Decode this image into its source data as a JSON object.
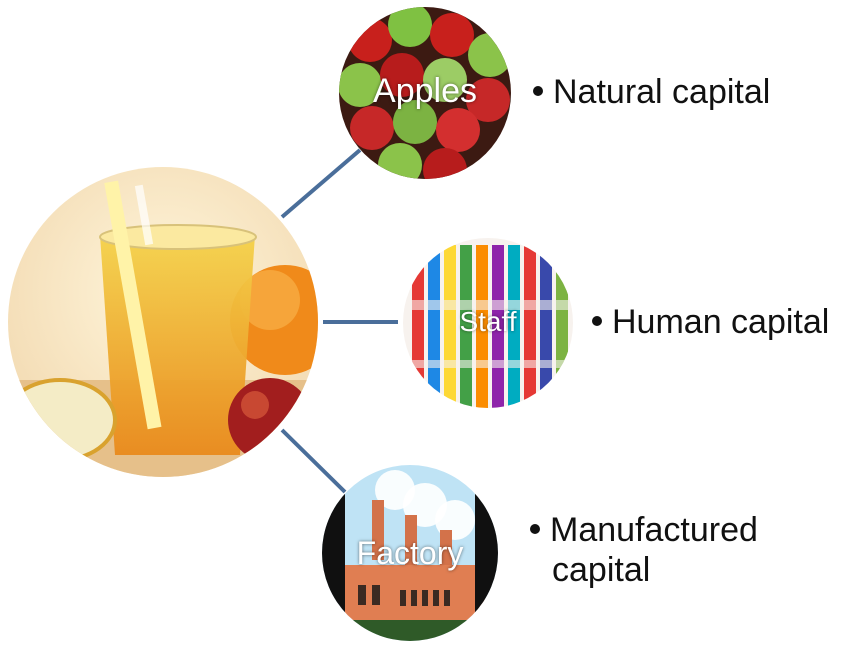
{
  "diagram": {
    "hub": {
      "name": "juice-glass"
    },
    "branches": [
      {
        "id": "apples",
        "circle_label": "Apples",
        "bullet": "Natural capital"
      },
      {
        "id": "staff",
        "circle_label": "Staff",
        "bullet": "Human capital"
      },
      {
        "id": "factory",
        "circle_label": "Factory",
        "bullet_line1": "Manufactured",
        "bullet_line2": "capital"
      }
    ]
  },
  "colors": {
    "connector": "#4a6e9a",
    "text": "#111111",
    "circle_text": "#ffffff"
  }
}
